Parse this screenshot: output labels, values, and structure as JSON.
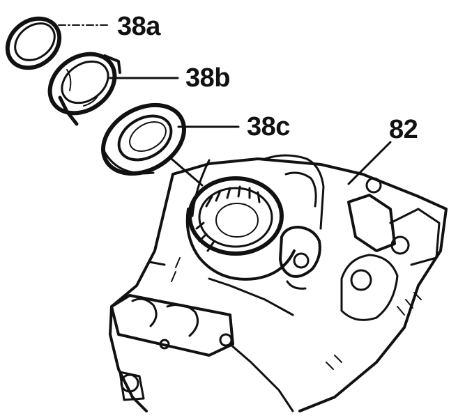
{
  "diagram": {
    "callouts": [
      {
        "id": "38a",
        "label": "38a"
      },
      {
        "id": "38b",
        "label": "38b"
      },
      {
        "id": "38c",
        "label": "38c"
      },
      {
        "id": "82",
        "label": "82"
      }
    ],
    "colors": {
      "ink": "#111111",
      "paper": "#ffffff"
    }
  }
}
